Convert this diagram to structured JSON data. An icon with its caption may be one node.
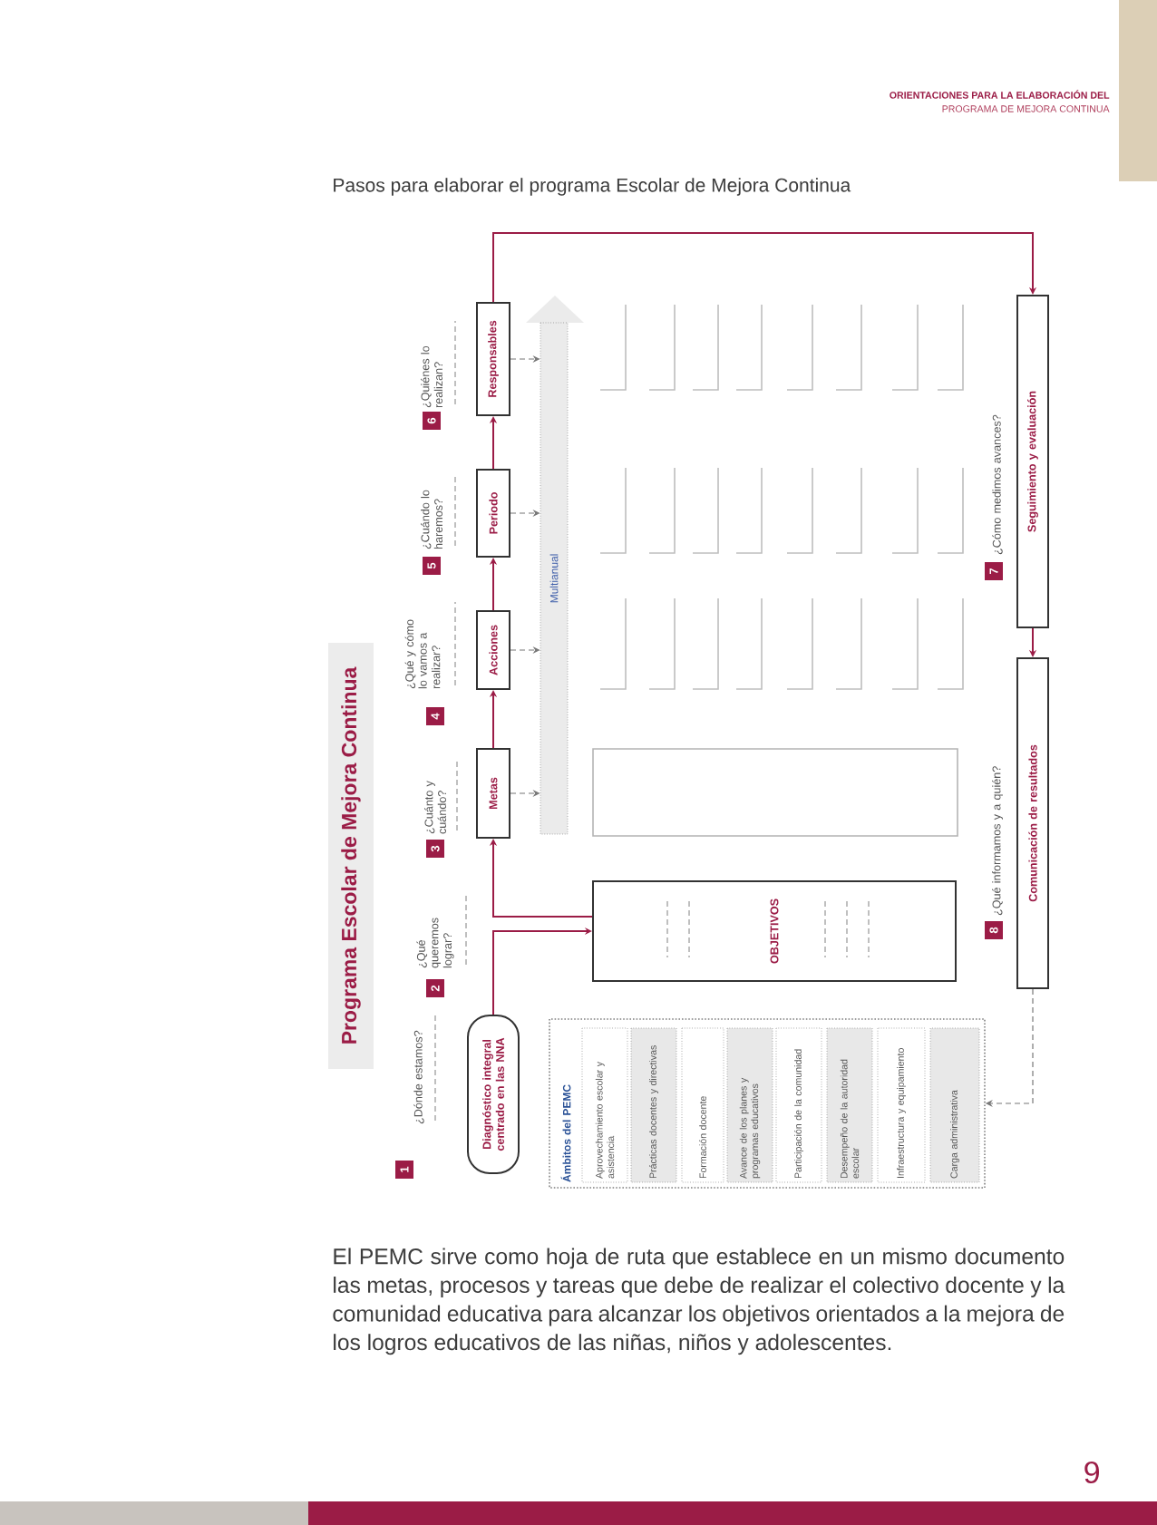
{
  "diagram": {
    "title": "Pasos para elaborar el programa Escolar de Mejora Continua",
    "caption": "El PEMC sirve como hoja de ruta que establece en un mismo documento las metas, procesos y tareas que debe de realizar el colectivo docente y la comunidad educativa para alcanzar los objetivos orientados a la mejora de los logros educativos de las niñas, niños y adolescentes.",
    "nodes": [
      {
        "text": [
          "Diagnóstico integral centrado en las NNA"
        ],
        "beside": [
          "¿Dónde estamos?"
        ]
      },
      {
        "text": [
          "OBJETIVOS"
        ],
        "beside": [
          "¿Qué queremos lograr?"
        ]
      },
      {
        "text": [
          "Metas"
        ],
        "beside": [
          "¿Cuánto y cuándo?"
        ]
      },
      {
        "text": [
          "Acciones"
        ],
        "beside": [
          "¿Qué y cómo lo vamos a realizar?"
        ]
      },
      {
        "text": [
          "Periodo"
        ],
        "beside": [
          "¿Cuándo lo haremos?"
        ]
      },
      {
        "text": [
          "Responsables"
        ],
        "beside": [
          "¿Quiénes lo realizan?"
        ]
      },
      {
        "text": [
          "Seguimiento y evaluación"
        ],
        "beside": [
          "¿Cómo medimos avances?"
        ]
      },
      {
        "text": [
          "Comunicación de resultados"
        ],
        "beside": [
          "¿Qué informamos y a quién?"
        ]
      },
      {
        "text": [
          "Ámbitos del PEMC"
        ]
      },
      {
        "text": [
          "Aprovechamiento escolar y asistencia"
        ],
        "in": 8
      },
      {
        "text": [
          "Prácticas docentes y directivas"
        ],
        "in": 8
      },
      {
        "text": [
          "Formación docente"
        ],
        "in": 8
      },
      {
        "text": [
          "Avance de los planes y programas educativos"
        ],
        "in": 8
      },
      {
        "text": [
          "Participación de la comunidad"
        ],
        "in": 8
      },
      {
        "text": [
          "Desempeño de la autoridad escolar"
        ],
        "in": 8
      },
      {
        "text": [
          "Infraestructura y equipamiento"
        ],
        "in": 8
      },
      {
        "text": [
          "Carga administrativa"
        ],
        "in": 8
      },
      {
        "text": [
          "Multianual"
        ]
      },
      {
        "text": [],
        "shape": "box"
      }
    ],
    "edges": [
      {
        "from": 0,
        "to": 1,
        "arrow": "to"
      },
      {
        "from": 1,
        "to": 2,
        "arrow": "to"
      },
      {
        "from": 2,
        "to": 3,
        "arrow": "to"
      },
      {
        "from": 3,
        "to": 4,
        "arrow": "to"
      },
      {
        "from": 4,
        "to": 5,
        "arrow": "to"
      },
      {
        "from": 5,
        "to": 6,
        "arrow": "to"
      },
      {
        "from": 6,
        "to": 7,
        "arrow": "to"
      },
      {
        "from": 7,
        "to": 8,
        "arrow": "to",
        "style": "dashed",
        "color": "#777777"
      },
      {
        "from": 2,
        "to": 17,
        "arrow": "to",
        "style": "dashed",
        "color": "#777777"
      },
      {
        "from": 3,
        "to": 17,
        "arrow": "to",
        "style": "dashed",
        "color": "#777777"
      },
      {
        "from": 4,
        "to": 17,
        "arrow": "to",
        "style": "dashed",
        "color": "#777777"
      },
      {
        "from": 5,
        "to": 17,
        "arrow": "to",
        "style": "dashed",
        "color": "#777777"
      }
    ],
    "labels": [
      "ORIENTACIONES PARA LA ELABORACIÓN DEL",
      "PROGRAMA DE MEJORA CONTINUA",
      "Programa Escolar de Mejora Continua",
      "1",
      "2",
      "3",
      "4",
      "5",
      "6",
      "7",
      "8",
      "9"
    ]
  }
}
